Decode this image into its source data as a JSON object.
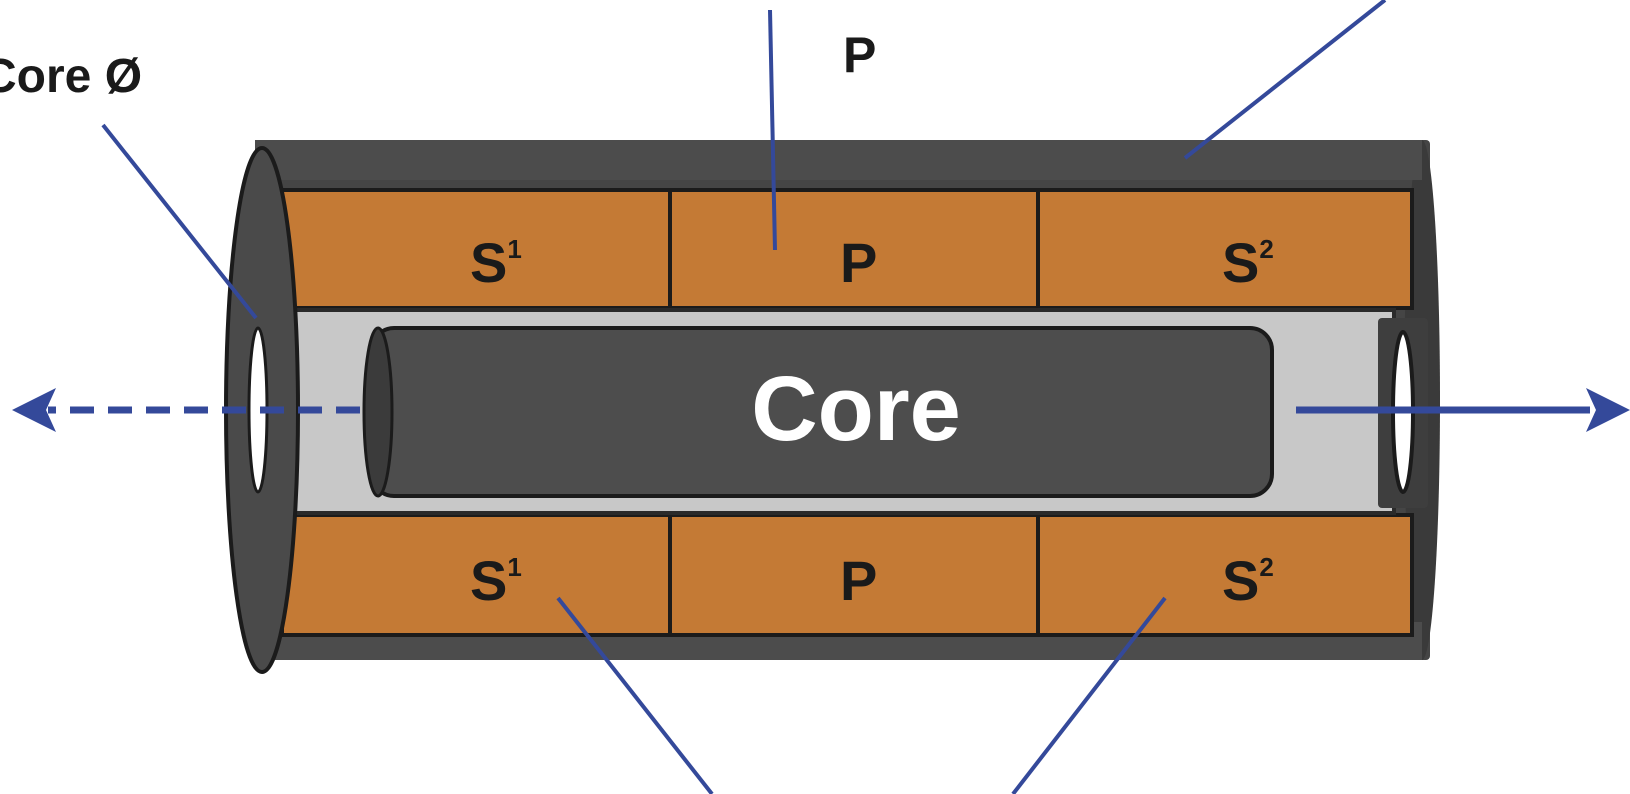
{
  "labels": {
    "core_diameter": "Core Ø",
    "top_p": "P",
    "core": "Core",
    "upper_segments": [
      {
        "base": "S",
        "sup": "1"
      },
      {
        "base": "P",
        "sup": ""
      },
      {
        "base": "S",
        "sup": "2"
      }
    ],
    "lower_segments": [
      {
        "base": "S",
        "sup": "1"
      },
      {
        "base": "P",
        "sup": ""
      },
      {
        "base": "S",
        "sup": "2"
      }
    ]
  },
  "colors": {
    "housing": "#4a4a4a",
    "housing_dark": "#2e2e2e",
    "coil": "#c47a35",
    "bore": "#c8c8c8",
    "core": "#4d4d4d",
    "leader": "#34499a",
    "arrow": "#34499a"
  }
}
